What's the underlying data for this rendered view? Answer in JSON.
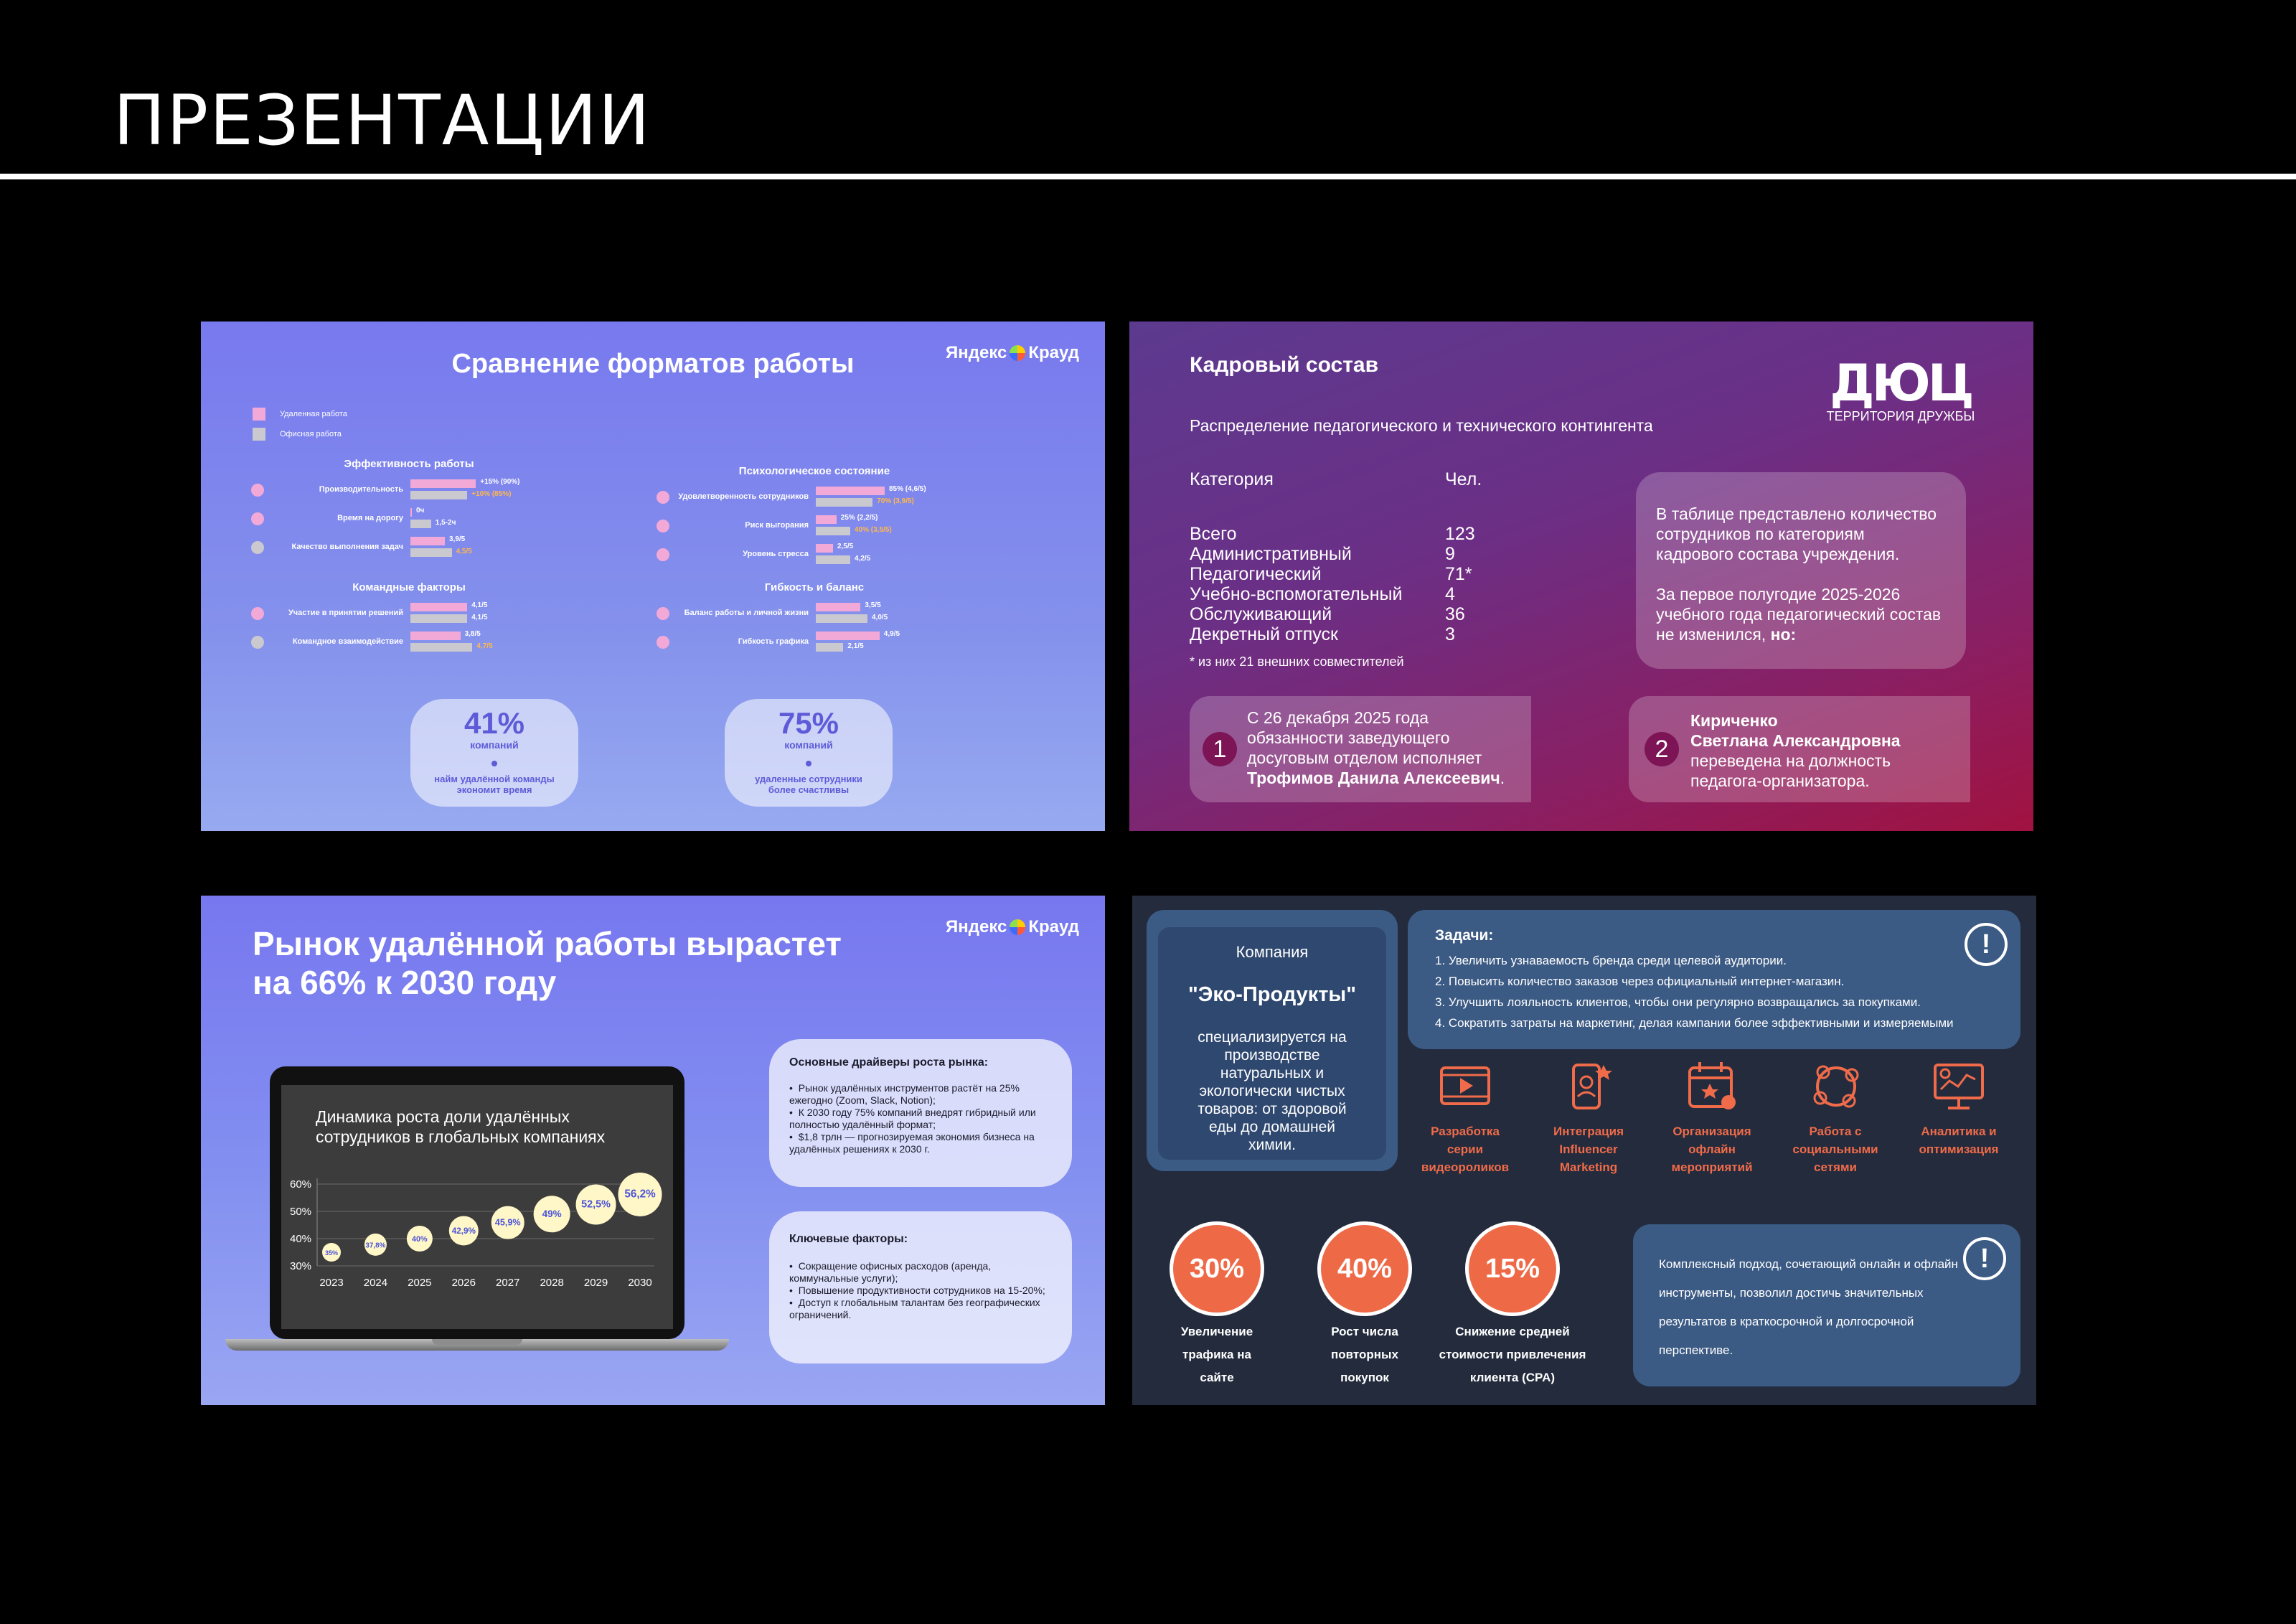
{
  "header": {
    "title": "ПРЕЗЕНТАЦИИ"
  },
  "brand": {
    "name_a": "Яндекс",
    "name_b": "Крауд"
  },
  "slide1": {
    "title": "Сравнение форматов работы",
    "legend": [
      {
        "label": "Удаленная работа",
        "color": "#f3a9d8"
      },
      {
        "label": "Офисная работа",
        "color": "#c9c9cf"
      }
    ],
    "groups": [
      {
        "title": "Эффективность работы",
        "rows": [
          {
            "label": "Производительность",
            "dot": "#f3a9d8",
            "remote": 0.38,
            "office": 0.33,
            "remote_label": "+15% (90%)",
            "office_label": "+10% (85%)",
            "office_orange": true
          },
          {
            "label": "Время на дорогу",
            "dot": "#f3a9d8",
            "remote": 0.0,
            "office": 0.12,
            "remote_label": "0ч",
            "office_label": "1,5-2ч",
            "office_orange": false
          },
          {
            "label": "Качество выполнения задач",
            "dot": "#c9c9cf",
            "remote": 0.2,
            "office": 0.24,
            "remote_label": "3,9/5",
            "office_label": "4,5/5",
            "office_orange": true
          }
        ]
      },
      {
        "title": "Психологическое состояние",
        "rows": [
          {
            "label": "Удовлетворенность сотрудников",
            "dot": "#f3a9d8",
            "remote": 0.4,
            "office": 0.33,
            "remote_label": "85% (4,6/5)",
            "office_label": "70% (3,9/5)",
            "office_orange": true
          },
          {
            "label": "Риск выгорания",
            "dot": "#f3a9d8",
            "remote": 0.12,
            "office": 0.2,
            "remote_label": "25% (2,2/5)",
            "office_label": "40% (3,5/5)",
            "office_orange": true
          },
          {
            "label": "Уровень стресса",
            "dot": "#f3a9d8",
            "remote": 0.1,
            "office": 0.2,
            "remote_label": "2,5/5",
            "office_label": "4,2/5",
            "office_orange": false
          }
        ]
      },
      {
        "title": "Командные факторы",
        "rows": [
          {
            "label": "Участие в принятии решений",
            "dot": "#f3a9d8",
            "remote": 0.33,
            "office": 0.33,
            "remote_label": "4,1/5",
            "office_label": "4,1/5",
            "office_orange": false
          },
          {
            "label": "Командное взаимодействие",
            "dot": "#c9c9cf",
            "remote": 0.29,
            "office": 0.36,
            "remote_label": "3,8/5",
            "office_label": "4,7/5",
            "office_orange": true
          }
        ]
      },
      {
        "title": "Гибкость и баланс",
        "rows": [
          {
            "label": "Баланс работы и личной жизни",
            "dot": "#f3a9d8",
            "remote": 0.26,
            "office": 0.3,
            "remote_label": "3,5/5",
            "office_label": "4,0/5",
            "office_orange": false
          },
          {
            "label": "Гибкость графика",
            "dot": "#f3a9d8",
            "remote": 0.37,
            "office": 0.16,
            "remote_label": "4,9/5",
            "office_label": "2,1/5",
            "office_orange": false
          }
        ]
      }
    ],
    "pills": [
      {
        "big": "41%",
        "small": "компаний",
        "note": "найм удалённой команды экономит время"
      },
      {
        "big": "75%",
        "small": "компаний",
        "note": "удаленные сотрудники более счастливы"
      }
    ]
  },
  "slide2": {
    "title": "Кадровый состав",
    "logo": "ДЮЦ",
    "logo_sub": "ТЕРРИТОРИЯ ДРУЖБЫ",
    "subtitle": "Распределение педагогического и технического контингента",
    "col_category": "Категория",
    "col_count": "Чел.",
    "rows": [
      {
        "name": "Всего",
        "count": "123"
      },
      {
        "name": "Административный",
        "count": "9"
      },
      {
        "name": "Педагогический",
        "count": "71*"
      },
      {
        "name": "Учебно-вспомогательный",
        "count": "4"
      },
      {
        "name": "Обслуживающий",
        "count": "36"
      },
      {
        "name": "Декретный отпуск",
        "count": "3"
      }
    ],
    "footnote": "* из них 21 внешних совместителей",
    "info_p1": "В таблице представлено количество сотрудников по категориям кадрового состава учреждения.",
    "info_p2": "За первое полугодие 2025-2026 учебного года педагогический состав не изменился,",
    "info_p2_bold": "но:",
    "card1": {
      "num": "1",
      "text": "С 26 декабря 2025 года обязанности заведующего досуговым отделом исполняет",
      "bold": "Трофимов Данила Алексеевич",
      "tail": "."
    },
    "card2": {
      "num": "2",
      "bold1": "Кириченко",
      "bold2": "Светлана Александровна",
      "text": "переведена на должность педагога-организатора."
    }
  },
  "slide3": {
    "title_line1": "Рынок удалённой работы вырастет",
    "title_line2": "на 66% к 2030 году",
    "chart_title": "Динамика роста доли удалённых сотрудников в глобальных компаниях",
    "card1_title": "Основные драйверы роста рынка:",
    "card1_items": [
      "Рынок удалённых инструментов растёт на 25% ежегодно (Zoom, Slack, Notion);",
      "К 2030 году 75% компаний внедрят гибридный или полностью удалённый формат;",
      "$1,8 трлн — прогнозируемая экономия бизнеса на удалённых решениях к 2030 г."
    ],
    "card2_title": "Ключевые факторы:",
    "card2_items": [
      "Сокращение офисных расходов (аренда, коммунальные услуги);",
      "Повышение продуктивности сотрудников на 15-20%;",
      "Доступ к глобальным талантам без географических ограничений."
    ]
  },
  "chart_data": {
    "type": "scatter",
    "title": "Динамика роста доли удалённых сотрудников в глобальных компаниях",
    "x": [
      "2023",
      "2024",
      "2025",
      "2026",
      "2027",
      "2028",
      "2029",
      "2030"
    ],
    "values": [
      35,
      37.8,
      40,
      42.9,
      45.9,
      49,
      52.5,
      56.2
    ],
    "labels": [
      "35%",
      "37,8%",
      "40%",
      "42,9%",
      "45,9%",
      "49%",
      "52,5%",
      "56,2%"
    ],
    "yticks": [
      "60%",
      "50%",
      "40%",
      "30%"
    ],
    "ylim": [
      30,
      60
    ],
    "grid": true
  },
  "slide4": {
    "company_label": "Компания",
    "company_name": "\"Эко-Продукты\"",
    "company_desc": "специализируется на производстве натуральных и экологически чистых товаров: от здоровой еды до домашней химии.",
    "tasks_title": "Задачи:",
    "tasks": [
      "1. Увеличить узнаваемость бренда среди целевой аудитории.",
      "2. Повысить количество заказов через официальный интернет-магазин.",
      "3. Улучшить лояльность клиентов, чтобы они регулярно возвращались за покупками.",
      "4. Сократить затраты на маркетинг, делая кампании более эффективными и измеряемыми"
    ],
    "services": [
      {
        "label": "Разработка серии видеороликов",
        "icon": "video-icon"
      },
      {
        "label": "Интеграция Influencer Marketing",
        "icon": "influencer-phone-icon"
      },
      {
        "label": "Организация офлайн мероприятий",
        "icon": "calendar-event-icon"
      },
      {
        "label": "Работа с социальными сетями",
        "icon": "social-network-icon"
      },
      {
        "label": "Аналитика и оптимизация",
        "icon": "analytics-monitor-icon"
      }
    ],
    "stats": [
      {
        "value": "30%",
        "label": "Увеличение трафика на сайте"
      },
      {
        "value": "40%",
        "label": "Рост числа повторных покупок"
      },
      {
        "value": "15%",
        "label": "Снижение средней стоимости привлечения клиента (CPA)"
      }
    ],
    "summary": "Комплексный подход, сочетающий онлайн и офлайн инструменты, позволил достичь значительных результатов в краткосрочной и долгосрочной перспективе.",
    "accent": "#ee6a47"
  }
}
